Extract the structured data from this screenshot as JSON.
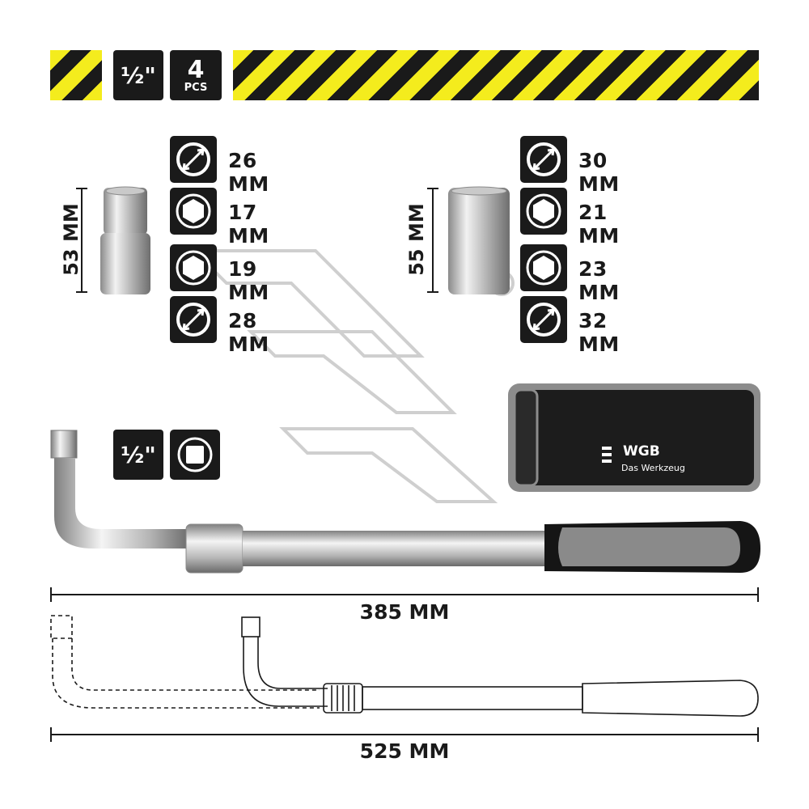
{
  "header": {
    "drive_size": "½\"",
    "count_number": "4",
    "count_unit": "PCS"
  },
  "sockets_left": {
    "height_label": "53 MM",
    "sizes": [
      {
        "icon": "outer-diameter-icon",
        "label": "26 MM"
      },
      {
        "icon": "hex-icon",
        "label": "17 MM"
      },
      {
        "icon": "hex-icon",
        "label": "19 MM"
      },
      {
        "icon": "outer-diameter-icon",
        "label": "28 MM"
      }
    ]
  },
  "sockets_right": {
    "height_label": "55 MM",
    "sizes": [
      {
        "icon": "outer-diameter-icon",
        "label": "30 MM"
      },
      {
        "icon": "hex-icon",
        "label": "21 MM"
      },
      {
        "icon": "hex-icon",
        "label": "23 MM"
      },
      {
        "icon": "outer-diameter-icon",
        "label": "32 MM"
      }
    ]
  },
  "wrench": {
    "drive_size": "½\"",
    "drive_icon": "square-drive-icon",
    "min_length": "385 MM",
    "max_length": "525 MM"
  },
  "pouch": {
    "brand": "WGB",
    "tagline": "Das Werkzeug"
  },
  "colors": {
    "hazard_yellow": "#f4ec1d",
    "badge_black": "#1a1a1a"
  }
}
